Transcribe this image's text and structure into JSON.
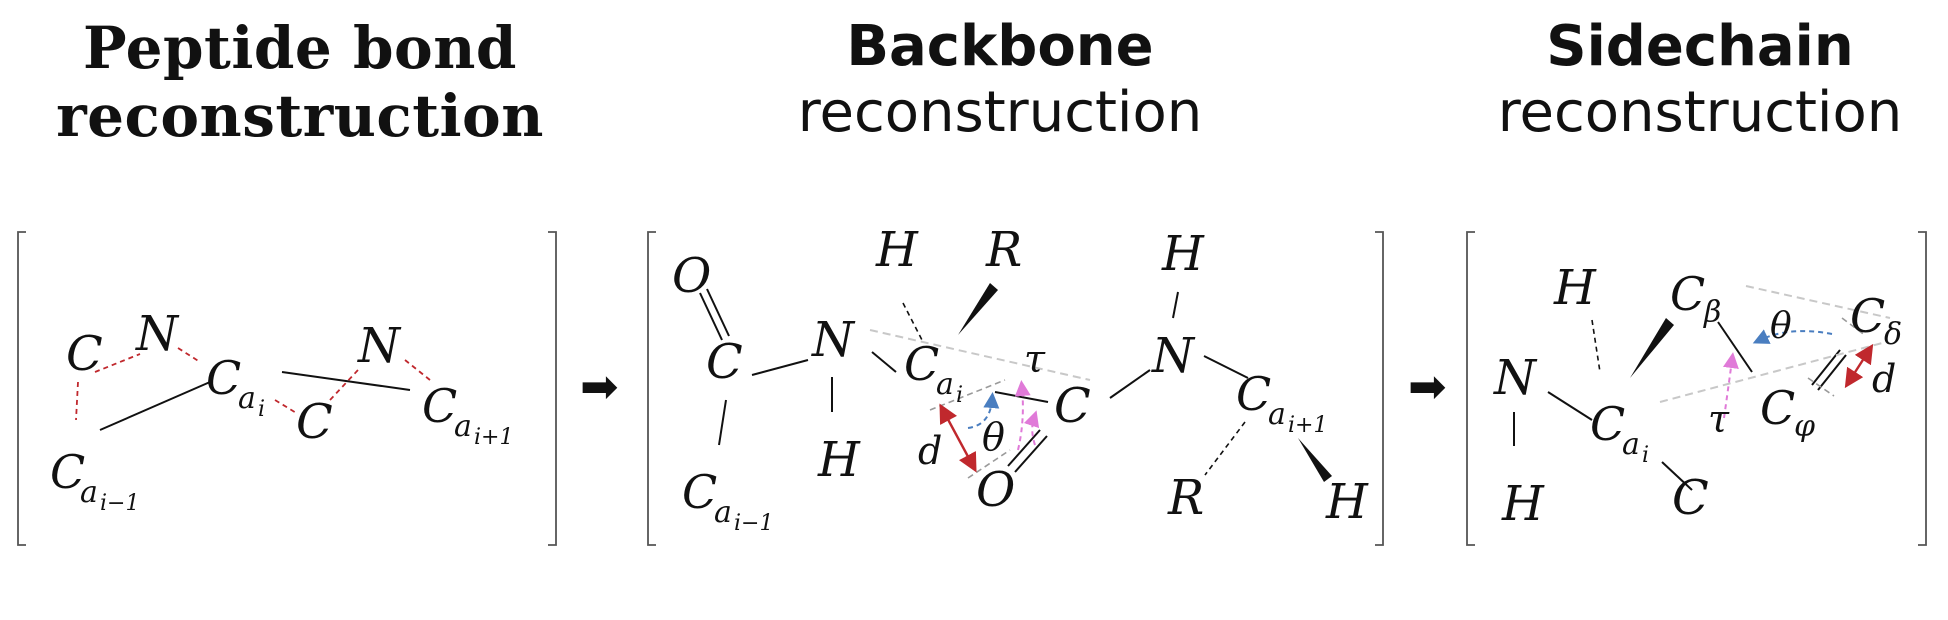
{
  "titles": {
    "peptide": {
      "line1": "Peptide bond",
      "line2": "reconstruction"
    },
    "backbone": {
      "line1": "Backbone",
      "line2": "reconstruction"
    },
    "sidechain": {
      "line1": "Sidechain",
      "line2": "reconstruction"
    }
  },
  "atoms": {
    "C": "C",
    "N": "N",
    "H": "H",
    "O": "O",
    "R": "R",
    "Ca": "C",
    "sub_ai": "a",
    "sub_i": "i",
    "sub_im1": "i−1",
    "sub_ip1": "i+1",
    "beta": "β",
    "delta": "δ",
    "phi": "φ"
  },
  "params": {
    "d": "d",
    "theta": "θ",
    "tau": "τ"
  },
  "arrow_glyph": "➡",
  "colors": {
    "ink": "#111111",
    "red": "#c0282d",
    "pink": "#e07ad8",
    "blue": "#4a7ec0",
    "gray": "#c8c8c8"
  }
}
